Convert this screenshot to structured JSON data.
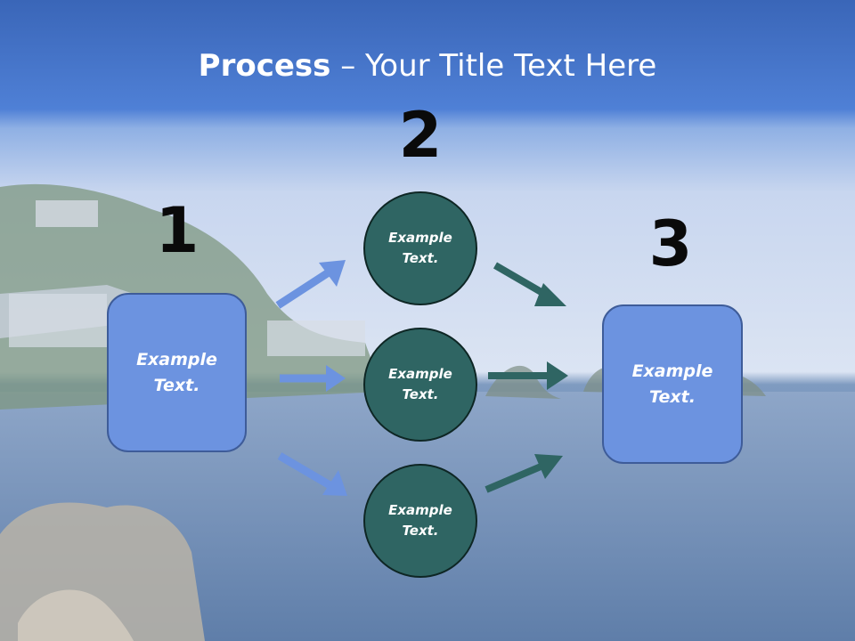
{
  "title": {
    "bold": "Process",
    "separator": " – ",
    "rest": "Your Title Text Here"
  },
  "steps": [
    {
      "number": "1",
      "box_text": "Example Text."
    },
    {
      "number": "2",
      "circles": [
        "Example Text.",
        "Example Text.",
        "Example Text."
      ]
    },
    {
      "number": "3",
      "box_text": "Example Text."
    }
  ],
  "colors": {
    "header_blue": "#4a7cd4",
    "box_fill": "#6c93e0",
    "circle_fill": "#2f6563",
    "arrow_blue": "#6c93e0",
    "arrow_teal": "#2f6563"
  }
}
